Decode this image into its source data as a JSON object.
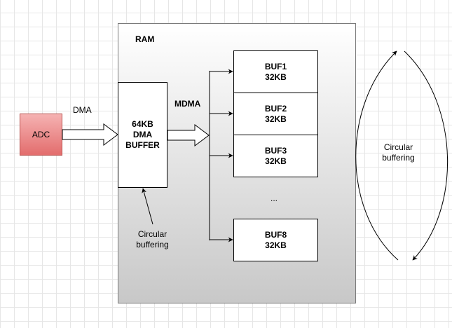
{
  "ram": {
    "label": "RAM"
  },
  "adc": {
    "label": "ADC"
  },
  "dma": {
    "label": "DMA"
  },
  "mdma": {
    "label": "MDMA"
  },
  "dma_buffer": {
    "line1": "64KB",
    "line2": "DMA",
    "line3": "BUFFER"
  },
  "buffers": [
    {
      "name": "BUF1",
      "size": "32KB"
    },
    {
      "name": "BUF2",
      "size": "32KB"
    },
    {
      "name": "BUF3",
      "size": "32KB"
    },
    {
      "name": "BUF8",
      "size": "32KB"
    }
  ],
  "ellipsis": "...",
  "circular_left": {
    "line1": "Circular",
    "line2": "buffering"
  },
  "circular_right": {
    "line1": "Circular",
    "line2": "buffering"
  },
  "colors": {
    "adc_fill": "#ea6b66",
    "adc_border": "#b85450",
    "ram_border": "#7a7a7a"
  }
}
